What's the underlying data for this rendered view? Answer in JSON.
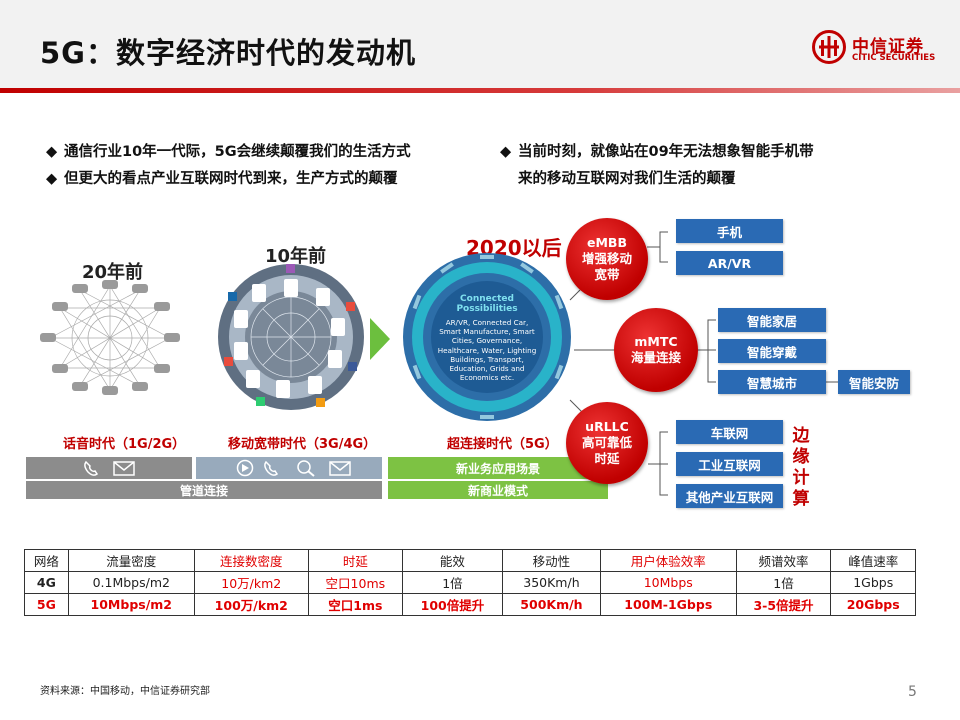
{
  "header": {
    "title": "5G：数字经济时代的发动机",
    "logo_cn": "中信证券",
    "logo_en": "CITIC SECURITIES"
  },
  "bullets_left": [
    "通信行业10年一代际，5G会继续颠覆我们的生活方式",
    "但更大的看点产业互联网时代到来，生产方式的颠覆"
  ],
  "bullets_right": [
    "当前时刻，就像站在09年无法想象智能手机带",
    "来的移动互联网对我们生活的颠覆"
  ],
  "bullet_mark": "◆",
  "eras": [
    {
      "time": "20年前",
      "title": "话音时代（1G/2G）"
    },
    {
      "time": "10年前",
      "title": "移动宽带时代（3G/4G）"
    },
    {
      "time": "2020以后",
      "title": "超连接时代（5G）"
    }
  ],
  "center_graphic": {
    "heading": "Connected Possibilities",
    "lines": [
      "AR/VR, Connected Car,",
      "Smart Manufacture, Smart",
      "Cities, Governance,",
      "Healthcare, Water, Lighting",
      "Buildings, Transport,",
      "Education, Grids and",
      "Economics etc."
    ]
  },
  "bars": {
    "pipe": "管道连接",
    "new_app": "新业务应用场景",
    "new_biz": "新商业模式"
  },
  "nodes": [
    {
      "en": "eMBB",
      "cn1": "增强移动",
      "cn2": "宽带",
      "children": [
        "手机",
        "AR/VR"
      ]
    },
    {
      "en": "mMTC",
      "cn1": "海量连接",
      "cn2": "",
      "children": [
        "智能家居",
        "智能穿戴",
        "智慧城市"
      ],
      "extra": "智能安防"
    },
    {
      "en": "uRLLC",
      "cn1": "高可靠低",
      "cn2": "时延",
      "children": [
        "车联网",
        "工业互联网",
        "其他产业互联网"
      ]
    }
  ],
  "edge_label": [
    "边",
    "缘",
    "计",
    "算"
  ],
  "table": {
    "headers": [
      "网络",
      "流量密度",
      "连接数密度",
      "时延",
      "能效",
      "移动性",
      "用户体验效率",
      "频谱效率",
      "峰值速率"
    ],
    "rows": [
      [
        "4G",
        "0.1Mbps/m2",
        "10万/km2",
        "空口10ms",
        "1倍",
        "350Km/h",
        "10Mbps",
        "1倍",
        "1Gbps"
      ],
      [
        "5G",
        "10Mbps/m2",
        "100万/km2",
        "空口1ms",
        "100倍提升",
        "500Km/h",
        "100M-1Gbps",
        "3-5倍提升",
        "20Gbps"
      ]
    ]
  },
  "source": "资料来源：中国移动，中信证券研究部",
  "page_number": "5",
  "colors": {
    "accent_red": "#c00000",
    "box_blue": "#2a6ab4",
    "bar_gray": "#8c8c8c",
    "bar_blue_gray": "#98aabc",
    "bar_green": "#7dc243"
  }
}
